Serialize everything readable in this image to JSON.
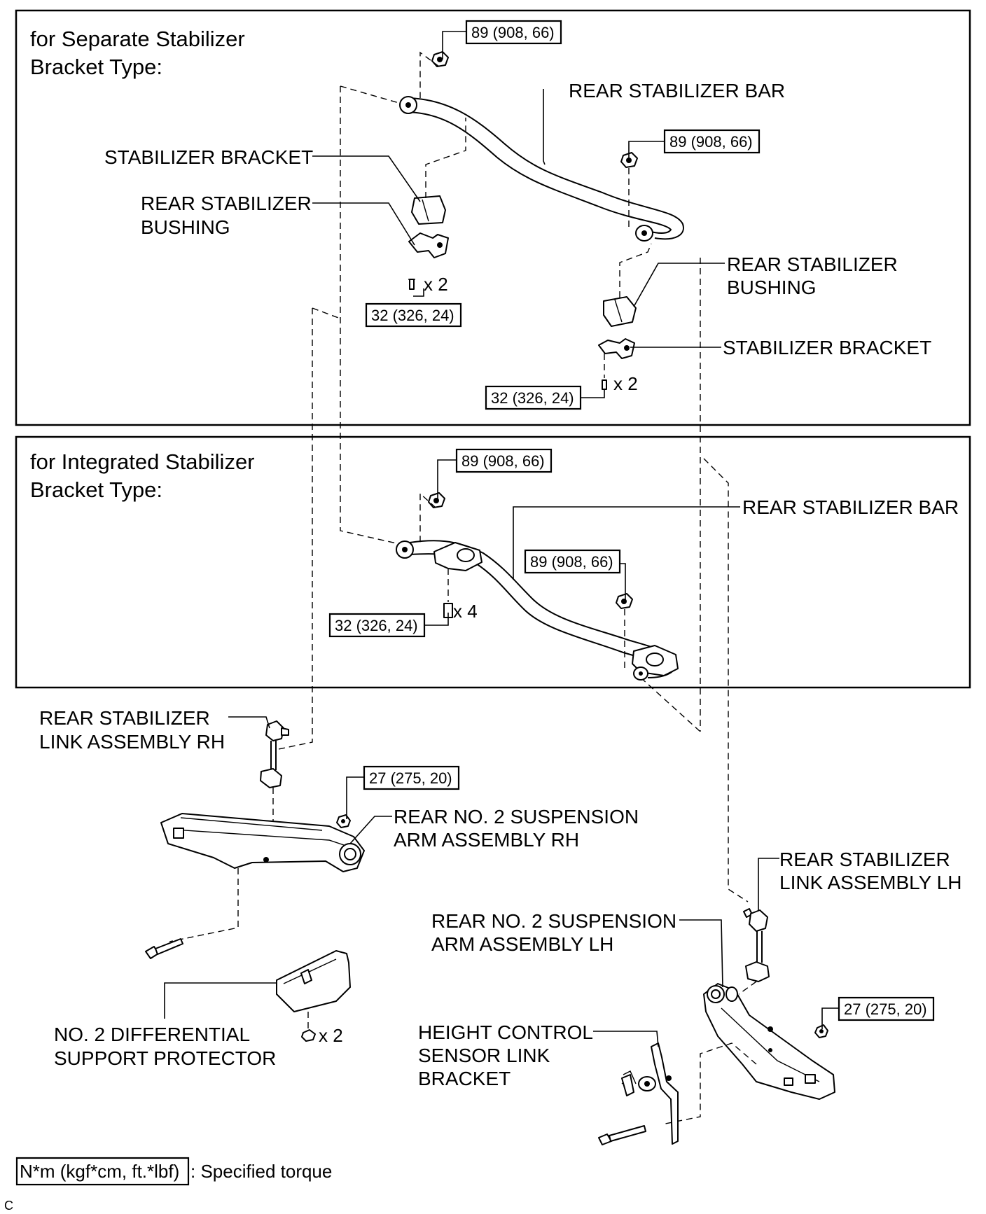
{
  "sections": {
    "separate": {
      "title_line1": "for Separate Stabilizer",
      "title_line2": "Bracket Type:"
    },
    "integrated": {
      "title_line1": "for Integrated Stabilizer",
      "title_line2": "Bracket Type:"
    }
  },
  "labels": {
    "rear_stabilizer_bar": "REAR STABILIZER BAR",
    "stabilizer_bracket": "STABILIZER BRACKET",
    "rear_stabilizer_bushing_line1": "REAR STABILIZER",
    "rear_stabilizer_bushing_line2": "BUSHING",
    "bushing_right_line1": "REAR STABILIZER",
    "bushing_right_line2": "BUSHING",
    "bracket_right": "STABILIZER BRACKET",
    "rear_stabilizer_bar_integrated": "REAR STABILIZER BAR",
    "link_rh_line1": "REAR STABILIZER",
    "link_rh_line2": "LINK ASSEMBLY RH",
    "arm_rh_line1": "REAR NO. 2  SUSPENSION",
    "arm_rh_line2": "ARM ASSEMBLY RH",
    "link_lh_line1": "REAR STABILIZER",
    "link_lh_line2": "LINK ASSEMBLY LH",
    "arm_lh_line1": "REAR NO. 2  SUSPENSION",
    "arm_lh_line2": "ARM ASSEMBLY LH",
    "diff_protector_line1": "NO. 2 DIFFERENTIAL",
    "diff_protector_line2": "SUPPORT PROTECTOR",
    "height_sensor_line1": "HEIGHT CONTROL",
    "height_sensor_line2": "SENSOR LINK",
    "height_sensor_line3": "BRACKET"
  },
  "torques": {
    "sep_nut_left": "89 (908, 66)",
    "sep_nut_right": "89 (908, 66)",
    "sep_bolt_left": "32 (326, 24)",
    "sep_bolt_right": "32 (326, 24)",
    "int_nut_left": "89 (908, 66)",
    "int_nut_right": "89 (908, 66)",
    "int_bolt": "32 (326, 24)",
    "arm_rh_nut": "27 (275, 20)",
    "arm_lh_nut": "27 (275, 20)"
  },
  "quantities": {
    "sep_left": "x 2",
    "sep_right": "x 2",
    "int": "x 4",
    "diff": "x 2"
  },
  "legend": {
    "unit": "N*m (kgf*cm, ft.*lbf)",
    "text": ": Specified torque"
  },
  "corner_code": "C"
}
